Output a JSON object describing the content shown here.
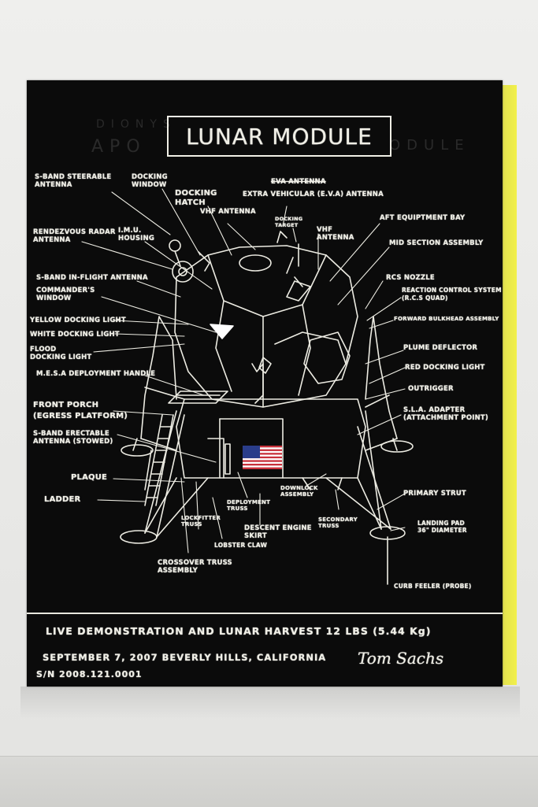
{
  "title": "LUNAR MODULE",
  "ghost": {
    "left": "DIONYS",
    "apo": "APO",
    "right": "ODULE"
  },
  "labels": {
    "s_band_steerable": "S-BAND STEERABLE\nANTENNA",
    "docking_window": "DOCKING\nWINDOW",
    "docking_hatch": "DOCKING\nHATCH",
    "eva_antenna": "EVA ANTENNA",
    "extra_vehicular": "EXTRA VEHICULAR (E.V.A) ANTENNA",
    "vhf_antenna_left": "VHF ANTENNA",
    "docking_target": "DOCKING\nTARGET",
    "vhf_antenna_right": "VHF\nANTENNA",
    "aft_equipment": "AFT EQUIPTMENT BAY",
    "rendezvous_radar": "RENDEZVOUS RADAR\nANTENNA",
    "imu_housing": "I.M.U.\nHOUSING",
    "mid_section": "MID SECTION ASSEMBLY",
    "s_band_inflight": "S-BAND IN-FLIGHT ANTENNA",
    "rcs_nozzle": "RCS NOZZLE",
    "commanders_window": "COMMANDER'S\nWINDOW",
    "reaction_control": "REACTION CONTROL SYSTEM\n(R.C.S QUAD)",
    "yellow_docking": "YELLOW DOCKING LIGHT",
    "forward_bulkhead": "FORWARD BULKHEAD ASSEMBLY",
    "white_docking": "WHITE DOCKING LIGHT",
    "flood_docking": "FLOOD\nDOCKING LIGHT",
    "plume_deflector": "PLUME DEFLECTOR",
    "red_docking": "RED DOCKING LIGHT",
    "mesa_deployment": "M.E.S.A DEPLOYMENT HANDLE",
    "outrigger": "OUTRIGGER",
    "front_porch": "FRONT PORCH\n(EGRESS PLATFORM)",
    "sla_adapter": "S.L.A. ADAPTER\n(ATTACHMENT POINT)",
    "s_band_erectable": "S-BAND ERECTABLE\nANTENNA (STOWED)",
    "plaque": "PLAQUE",
    "primary_strut": "PRIMARY STRUT",
    "ladder": "LADDER",
    "deployment_truss": "DEPLOYMENT\nTRUSS",
    "downlock": "DOWNLOCK\nASSEMBLY",
    "lockfitter_truss": "LOCKFITTER\nTRUSS",
    "descent_engine": "DESCENT ENGINE\nSKIRT",
    "secondary_truss": "SECONDARY\nTRUSS",
    "landing_pad": "LANDING PAD\n36\" DIAMETER",
    "lobster_claw": "LOBSTER CLAW",
    "crossover_truss": "CROSSOVER TRUSS\nASSEMBLY",
    "curb_feeler": "CURB FEELER (PROBE)"
  },
  "footer": {
    "line1": "LIVE DEMONSTRATION  AND  LUNAR HARVEST  12 LBS  (5.44 Kg)",
    "line2": "SEPTEMBER 7, 2007   BEVERLY HILLS, CALIFORNIA",
    "line3": "S/N  2008.121.0001",
    "signature": "Tom Sachs"
  },
  "colors": {
    "chalk": "#f0efe6",
    "board": "#0b0b0b",
    "frame_edge": "#f2f04a"
  }
}
